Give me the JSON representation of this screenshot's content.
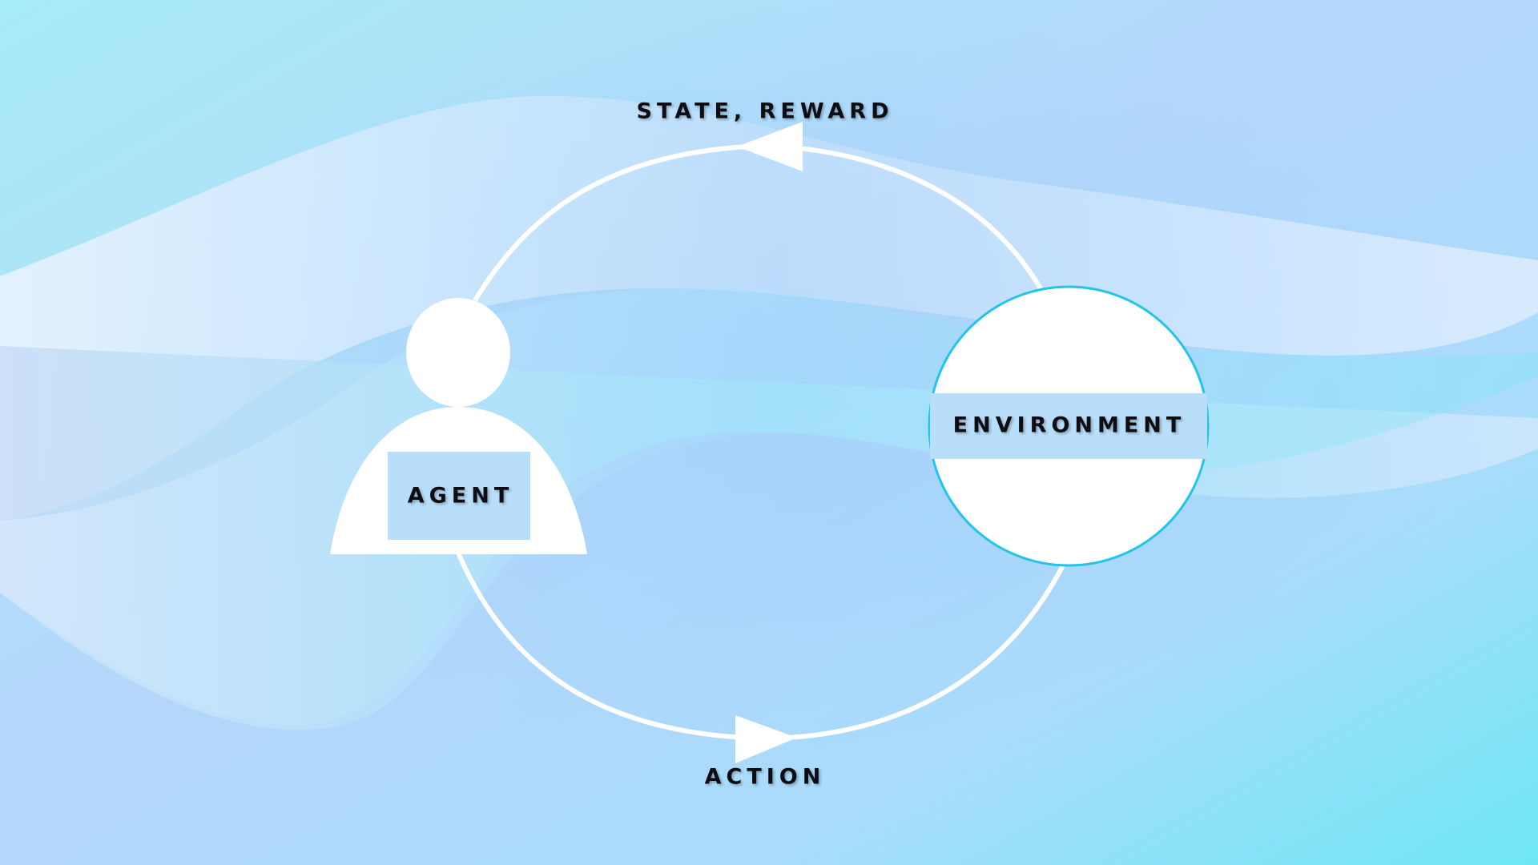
{
  "diagram": {
    "labels": {
      "state_reward": "STATE, REWARD",
      "action": "ACTION",
      "agent": "AGENT",
      "environment": "ENVIRONMENT"
    },
    "colors": {
      "background_top_left": "#a8ecf7",
      "background_mid": "#b2d8fb",
      "background_bottom_right": "#6fe8f4",
      "wave_light": "#ddeeff",
      "loop_stroke": "#ffffff",
      "environment_border": "#22c4e8",
      "environment_band": "#b9defa",
      "agent_screen": "#b9defa",
      "label_text": "#0d0d14"
    },
    "icons": {
      "agent": "person-icon",
      "environment": "circle-icon",
      "arrow_top": "arrowhead-left-icon",
      "arrow_bottom": "arrowhead-right-icon"
    }
  }
}
